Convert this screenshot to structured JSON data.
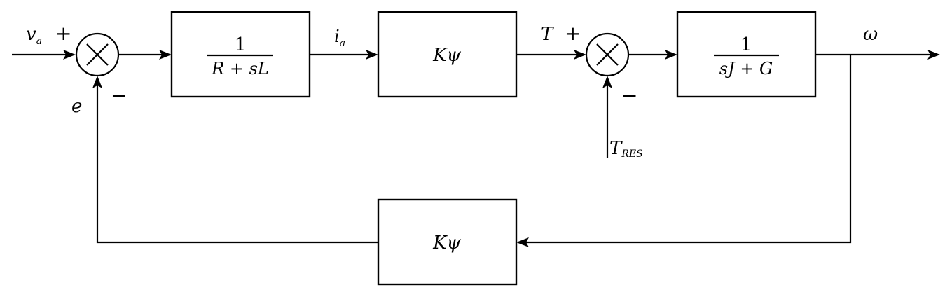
{
  "diagram": {
    "type": "block-diagram",
    "title": "DC motor closed-loop block diagram",
    "signals": {
      "input_voltage": {
        "base": "v",
        "sub": "a"
      },
      "current": {
        "base": "i",
        "sub": "a"
      },
      "torque": "T",
      "output_speed": "ω",
      "back_emf": "e",
      "load_torque": {
        "base": "T",
        "sub": "RES"
      }
    },
    "blocks": {
      "electrical": {
        "numerator": "1",
        "denominator": "R + sL"
      },
      "torque_constant": {
        "label": "Kψ"
      },
      "mechanical": {
        "numerator": "1",
        "denominator": "sJ + G"
      },
      "feedback": {
        "label": "Kψ"
      }
    },
    "summing_junctions": {
      "sum1": {
        "plus": "+",
        "minus": "−"
      },
      "sum2": {
        "plus": "+",
        "minus": "−"
      }
    }
  }
}
